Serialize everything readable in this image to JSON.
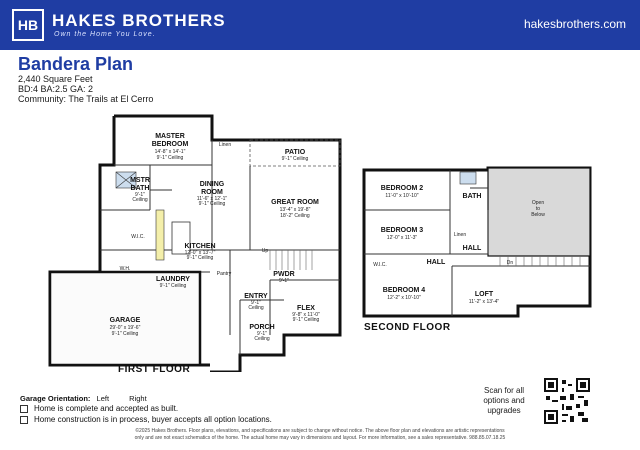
{
  "header": {
    "logo_text": "HB",
    "brand": "HAKES BROTHERS",
    "tagline": "Own the Home You Love.",
    "website": "hakesbrothers.com",
    "bg_color": "#1f3da3"
  },
  "plan": {
    "title": "Bandera Plan",
    "sqft": "2,440 Square Feet",
    "rooms": "BD:4 BA:2.5 GA: 2",
    "community": "Community: The Trails at El Cerro"
  },
  "first_floor": {
    "label": "FIRST FLOOR",
    "rooms": {
      "master": {
        "name": "MASTER",
        "name2": "BEDROOM",
        "dim": "14'-8\" x 14'-1\"",
        "ceiling": "9'-1\" Ceiling"
      },
      "mstr_bath": {
        "name": "MSTR",
        "name2": "BATH",
        "dim": "9'-1\"",
        "ceiling": "Ceiling"
      },
      "linen": {
        "name": "Linen"
      },
      "wic": {
        "name": "W.I.C."
      },
      "dining": {
        "name": "DINING",
        "name2": "ROOM",
        "dim": "11'-6\" x 12'-1\"",
        "ceiling": "9'-1\" Ceiling"
      },
      "great_room": {
        "name": "GREAT ROOM",
        "dim": "13'-4\" x 19'-8\"",
        "ceiling": "18'-2\" Ceiling"
      },
      "patio": {
        "name": "PATIO",
        "ceiling": "9'-1\" Ceiling"
      },
      "kitchen": {
        "name": "KITCHEN",
        "dim": "12'-0\" x 13'-7\"",
        "ceiling": "9'-1\" Ceiling"
      },
      "laundry": {
        "name": "LAUNDRY",
        "ceiling": "9'-1\" Ceiling"
      },
      "pantry": {
        "name": "Pantry"
      },
      "pwdr": {
        "name": "PWDR",
        "ceiling": "9'-1\""
      },
      "entry": {
        "name": "ENTRY",
        "dim": "9'-1\"",
        "ceiling": "Ceiling"
      },
      "flex": {
        "name": "FLEX",
        "dim": "9'-8\" x 11'-0\"",
        "ceiling": "9'-1\" Ceiling"
      },
      "porch": {
        "name": "PORCH",
        "dim": "9'-1\"",
        "ceiling": "Ceiling"
      },
      "garage": {
        "name": "GARAGE",
        "dim": "29'-0\" x 19'-6\"",
        "ceiling": "9'-1\" Ceiling"
      },
      "wh": {
        "name": "W.H."
      },
      "up": {
        "name": "Up"
      }
    }
  },
  "second_floor": {
    "label": "SECOND FLOOR",
    "rooms": {
      "bedroom2": {
        "name": "BEDROOM 2",
        "dim": "11'-0\" x 10'-10\""
      },
      "bedroom3": {
        "name": "BEDROOM 3",
        "dim": "12'-0\" x 11'-3\""
      },
      "bedroom4": {
        "name": "BEDROOM 4",
        "dim": "12'-2\" x 10'-10\""
      },
      "bath": {
        "name": "BATH"
      },
      "open_below": {
        "name": "Open",
        "name2": "to",
        "name3": "Below"
      },
      "hall1": {
        "name": "HALL"
      },
      "hall2": {
        "name": "HALL"
      },
      "loft": {
        "name": "LOFT",
        "dim": "11'-2\" x 13'-4\""
      },
      "linen": {
        "name": "Linen"
      },
      "wic": {
        "name": "W.I.C."
      },
      "dn": {
        "name": "Dn"
      }
    }
  },
  "footer": {
    "orientation_label": "Garage Orientation:",
    "orientation_left": "Left",
    "orientation_right": "Right",
    "check1": "Home is complete and accepted as built.",
    "check2": "Home construction is in process, buyer accepts all option locations.",
    "scan_text": "Scan for all options and upgrades",
    "legal1": "©2025 Hakes Brothers. Floor plans, elevations, and specifications are subject to change without notice. The above floor plan and elevations are artistic representations",
    "legal2": "only and are not exact schematics of the home. The actual home may vary in dimensions and layout. For more information, see a sales representative. 988.85.07.18.25"
  }
}
